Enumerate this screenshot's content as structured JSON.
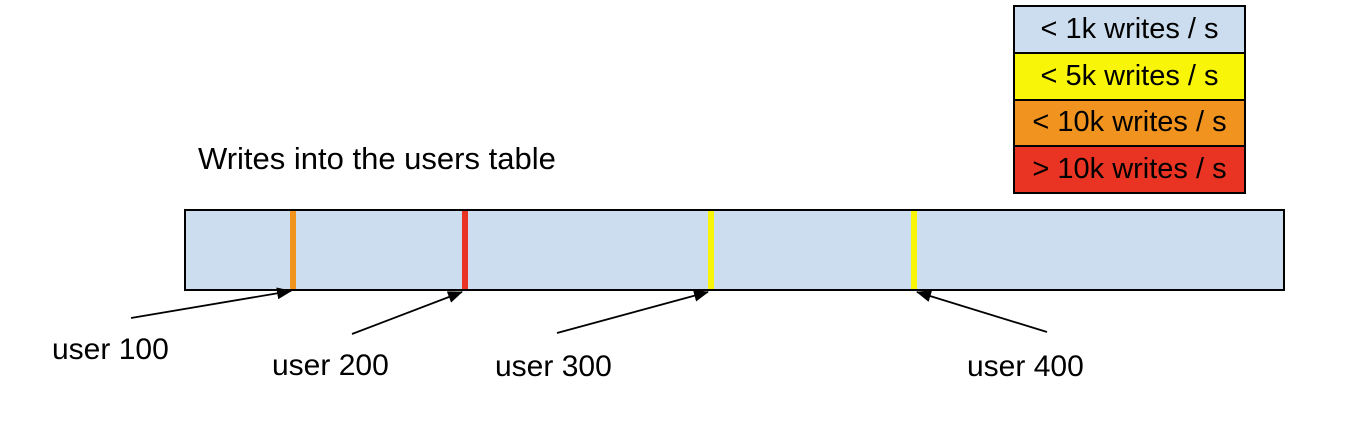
{
  "title": "Writes into the users table",
  "legend": {
    "items": [
      {
        "label": "< 1k writes / s",
        "color": "#cdddf0"
      },
      {
        "label": "< 5k writes / s",
        "color": "#f9f509"
      },
      {
        "label": "< 10k writes / s",
        "color": "#f0941f"
      },
      {
        "label": "> 10k writes / s",
        "color": "#e93423"
      }
    ]
  },
  "table_bar": {
    "fill": "#cdddf0",
    "outline": "#000000"
  },
  "markers": [
    {
      "label": "user 100",
      "color": "#f0941f",
      "legend_category": "< 10k writes / s"
    },
    {
      "label": "user 200",
      "color": "#e93423",
      "legend_category": "> 10k writes / s"
    },
    {
      "label": "user 300",
      "color": "#f9f509",
      "legend_category": "< 5k writes / s"
    },
    {
      "label": "user 400",
      "color": "#f9f509",
      "legend_category": "< 5k writes / s"
    }
  ]
}
